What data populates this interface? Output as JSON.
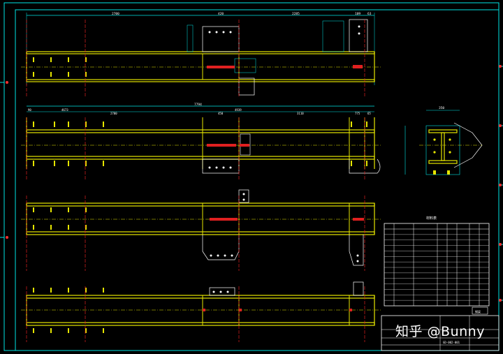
{
  "watermark": {
    "text": "知乎 @Bunny"
  },
  "dimensions": {
    "view1_top": [
      "2700",
      "420",
      "2285",
      "109",
      "63"
    ],
    "view2_top": [
      "7794"
    ],
    "view2_sub": [
      "90",
      "4673",
      "2700",
      "450",
      "4939",
      "3110",
      "775",
      "65"
    ],
    "section_width": "350"
  },
  "table": {
    "title": "材料表",
    "rows": 14
  },
  "title_block": {
    "label": "钢梁",
    "drawing_no": "GD-002-001"
  },
  "colors": {
    "frame": "#00e5e5",
    "beam": "#e6e600",
    "dim": "#00e5e5",
    "center": "#e02020",
    "text": "#ffffff"
  }
}
